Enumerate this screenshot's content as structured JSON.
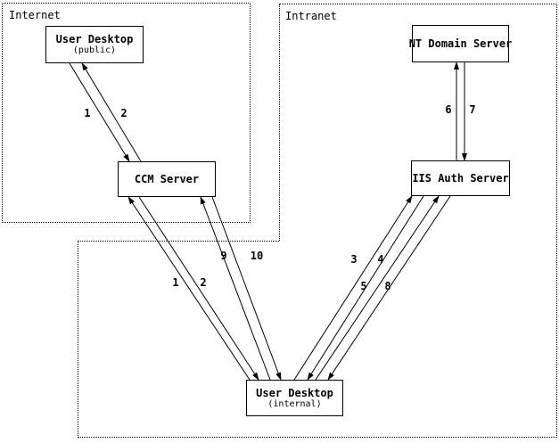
{
  "zones": {
    "internet": {
      "label": "Internet"
    },
    "intranet": {
      "label": "Intranet"
    }
  },
  "nodes": {
    "user_desktop_public": {
      "title": "User Desktop",
      "subtitle": "(public)"
    },
    "ccm_server": {
      "title": "CCM Server"
    },
    "nt_domain_server": {
      "title": "NT Domain Server"
    },
    "iis_auth_server": {
      "title": "IIS Auth Server"
    },
    "user_desktop_internal": {
      "title": "User Desktop",
      "subtitle": "(internal)"
    }
  },
  "edges": [
    {
      "label": "1",
      "from": "user_desktop_public",
      "to": "ccm_server"
    },
    {
      "label": "2",
      "from": "ccm_server",
      "to": "user_desktop_public"
    },
    {
      "label": "1",
      "from": "user_desktop_internal",
      "to": "ccm_server"
    },
    {
      "label": "2",
      "from": "ccm_server",
      "to": "user_desktop_internal"
    },
    {
      "label": "9",
      "from": "user_desktop_internal",
      "to": "ccm_server"
    },
    {
      "label": "10",
      "from": "ccm_server",
      "to": "user_desktop_internal"
    },
    {
      "label": "3",
      "from": "user_desktop_internal",
      "to": "iis_auth_server"
    },
    {
      "label": "4",
      "from": "iis_auth_server",
      "to": "user_desktop_internal"
    },
    {
      "label": "5",
      "from": "user_desktop_internal",
      "to": "iis_auth_server"
    },
    {
      "label": "8",
      "from": "iis_auth_server",
      "to": "user_desktop_internal"
    },
    {
      "label": "6",
      "from": "iis_auth_server",
      "to": "nt_domain_server"
    },
    {
      "label": "7",
      "from": "nt_domain_server",
      "to": "iis_auth_server"
    }
  ],
  "colors": {
    "line": "#000000",
    "background": "#ffffff"
  }
}
